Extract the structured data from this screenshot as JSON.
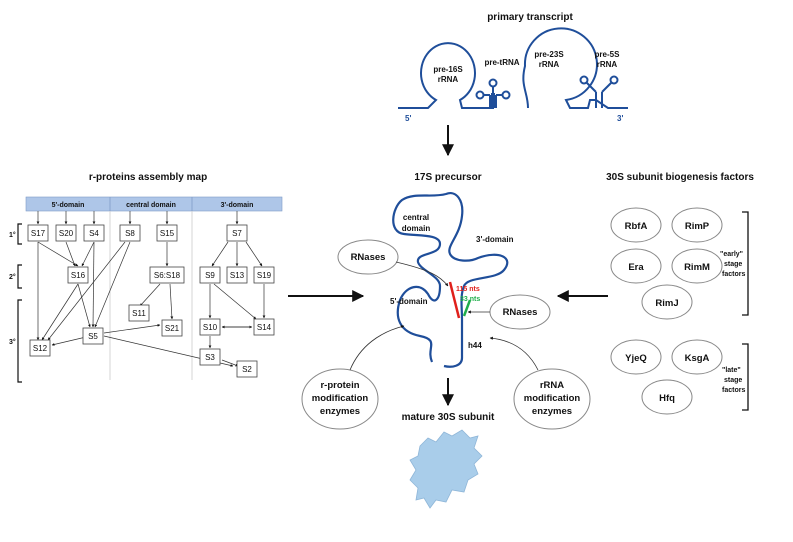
{
  "primary_transcript": {
    "title": "primary transcript",
    "pre16s_line1": "pre-16S",
    "pre16s_line2": "rRNA",
    "pretrna": "pre-tRNA",
    "pre23s_line1": "pre-23S",
    "pre23s_line2": "rRNA",
    "pre5s_line1": "pre-5S",
    "pre5s_line2": "rRNA",
    "five_prime": "5'",
    "three_prime": "3'"
  },
  "assembly_map": {
    "title": "r-proteins assembly map",
    "domains": [
      "5'-domain",
      "central domain",
      "3'-domain"
    ],
    "tiers": [
      "1°",
      "2°",
      "3°"
    ],
    "proteins": [
      "S17",
      "S20",
      "S4",
      "S8",
      "S15",
      "S7",
      "S16",
      "S6:S18",
      "S9",
      "S13",
      "S19",
      "S11",
      "S21",
      "S10",
      "S14",
      "S12",
      "S5",
      "S3",
      "S2"
    ]
  },
  "precursor": {
    "title": "17S precursor",
    "central_domain_line1": "central",
    "central_domain_line2": "domain",
    "three_domain": "3'-domain",
    "five_domain": "5'-domain",
    "nts_red": "115 nts",
    "nts_green": "33 nts",
    "h44": "h44",
    "rnases": "RNases",
    "rprot_enzymes": [
      "r-protein",
      "modification",
      "enzymes"
    ],
    "rrna_enzymes": [
      "rRNA",
      "modification",
      "enzymes"
    ],
    "mature_title": "mature 30S subunit"
  },
  "biogenesis": {
    "title": "30S subunit biogenesis factors",
    "early_factors": [
      "RbfA",
      "RimP",
      "Era",
      "RimM",
      "RimJ"
    ],
    "late_factors": [
      "YjeQ",
      "KsgA",
      "Hfq"
    ],
    "early_label": [
      "\"early\"",
      "stage",
      "factors"
    ],
    "late_label": [
      "\"late\"",
      "stage",
      "factors"
    ]
  },
  "colors": {
    "rna_blue": "#1f4e9a",
    "domain_header": "#aec6e8",
    "subunit_fill": "#a9cdea",
    "red": "#e0201b",
    "green": "#1fae4b"
  }
}
